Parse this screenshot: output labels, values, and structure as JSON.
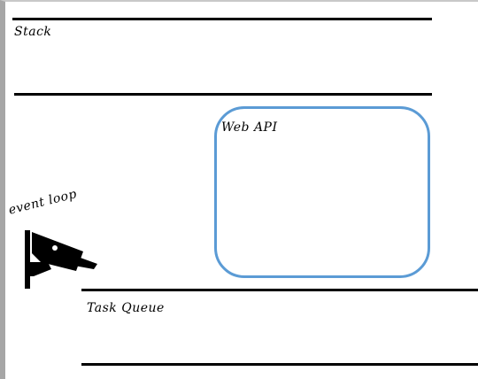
{
  "diagram": {
    "stack": {
      "label": "Stack"
    },
    "web_api": {
      "label": "Web API",
      "border_color": "#5b9bd5"
    },
    "event_loop": {
      "label": "event loop",
      "icon": "security-camera-icon"
    },
    "task_queue": {
      "label": "Task Queue"
    }
  }
}
